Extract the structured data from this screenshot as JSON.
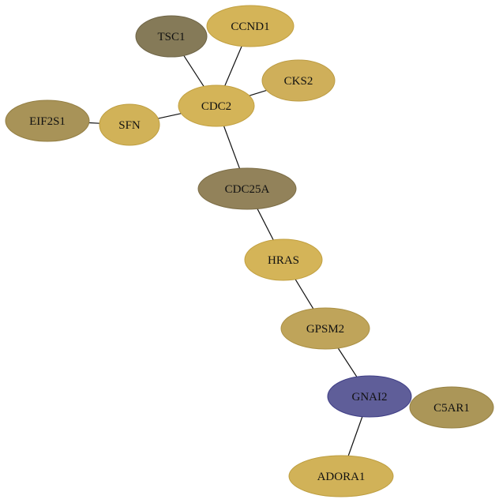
{
  "diagram": {
    "type": "network",
    "nodes": [
      {
        "id": "TSC1",
        "label": "TSC1",
        "color": "#857A58",
        "stroke": "#6E6446"
      },
      {
        "id": "CCND1",
        "label": "CCND1",
        "color": "#D4B458",
        "stroke": "#C2A040"
      },
      {
        "id": "CKS2",
        "label": "CKS2",
        "color": "#CFAF5A",
        "stroke": "#BC9C44"
      },
      {
        "id": "CDC2",
        "label": "CDC2",
        "color": "#D4B458",
        "stroke": "#C2A040"
      },
      {
        "id": "EIF2S1",
        "label": "EIF2S1",
        "color": "#A89358",
        "stroke": "#947F44"
      },
      {
        "id": "SFN",
        "label": "SFN",
        "color": "#D1B258",
        "stroke": "#BE9E40"
      },
      {
        "id": "CDC25A",
        "label": "CDC25A",
        "color": "#92825A",
        "stroke": "#7C6D46"
      },
      {
        "id": "HRAS",
        "label": "HRAS",
        "color": "#D4B458",
        "stroke": "#C2A040"
      },
      {
        "id": "GPSM2",
        "label": "GPSM2",
        "color": "#BFA45A",
        "stroke": "#AB9044"
      },
      {
        "id": "GNAI2",
        "label": "GNAI2",
        "color": "#5F5E99",
        "stroke": "#3F3E86"
      },
      {
        "id": "C5AR1",
        "label": "C5AR1",
        "color": "#AB9658",
        "stroke": "#978244"
      },
      {
        "id": "ADORA1",
        "label": "ADORA1",
        "color": "#D1B258",
        "stroke": "#BE9E40"
      }
    ],
    "edges": [
      [
        "TSC1",
        "CDC2"
      ],
      [
        "CCND1",
        "CDC2"
      ],
      [
        "CKS2",
        "CDC2"
      ],
      [
        "SFN",
        "CDC2"
      ],
      [
        "EIF2S1",
        "SFN"
      ],
      [
        "CDC2",
        "CDC25A"
      ],
      [
        "CDC25A",
        "HRAS"
      ],
      [
        "HRAS",
        "GPSM2"
      ],
      [
        "GPSM2",
        "GNAI2"
      ],
      [
        "GNAI2",
        "ADORA1"
      ]
    ]
  }
}
